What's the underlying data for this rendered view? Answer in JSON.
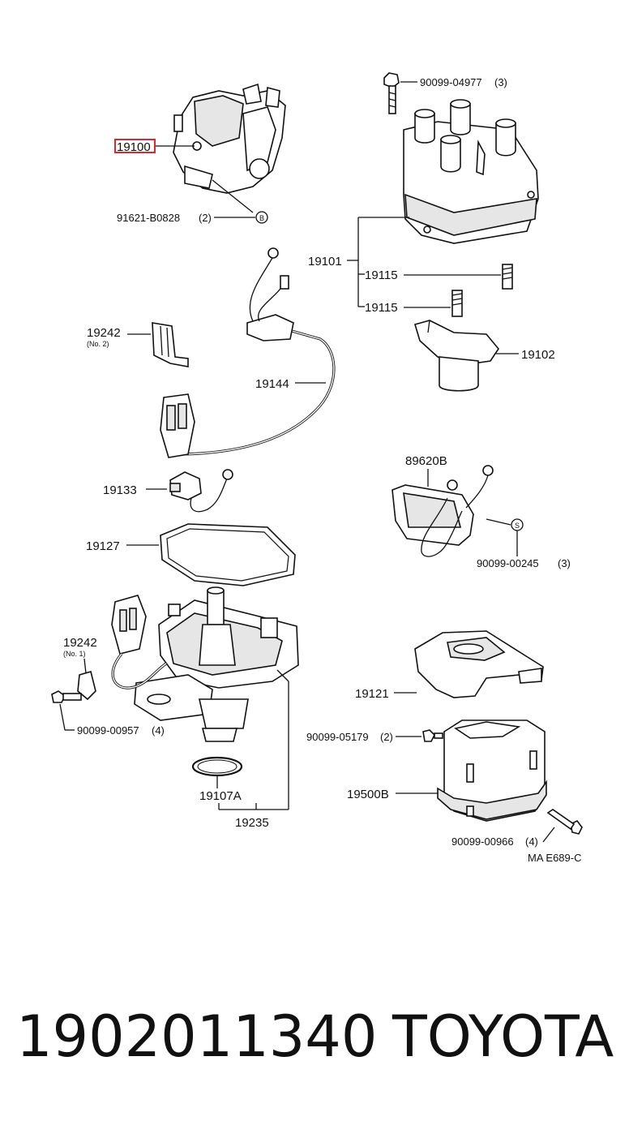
{
  "diagram": {
    "labels": {
      "p19100": "19100",
      "p91621": "91621-B0828",
      "p91621_qty": "(2)",
      "circle_b": "B",
      "p90099_04977": "90099-04977",
      "p90099_04977_qty": "(3)",
      "p19101": "19101",
      "p19115a": "19115",
      "p19115b": "19115",
      "p19242a": "19242",
      "p19242a_note": "(No. 2)",
      "p19144": "19144",
      "p19102": "19102",
      "p19133": "19133",
      "p89620B": "89620B",
      "p19127": "19127",
      "circle_s": "S",
      "p90099_00245": "90099-00245",
      "p90099_00245_qty": "(3)",
      "p19242b": "19242",
      "p19242b_note": "(No. 1)",
      "p19121": "19121",
      "p90099_00957": "90099-00957",
      "p90099_00957_qty": "(4)",
      "p90099_05179": "90099-05179",
      "p90099_05179_qty": "(2)",
      "p19500B": "19500B",
      "p19107A": "19107A",
      "p19235": "19235",
      "p90099_00966": "90099-00966",
      "p90099_00966_qty": "(4)",
      "ref_code": "MA E689-C"
    },
    "highlight_color": "#e0262f"
  },
  "footer": {
    "part_number": "1902011340",
    "brand": "TOYOTA"
  }
}
